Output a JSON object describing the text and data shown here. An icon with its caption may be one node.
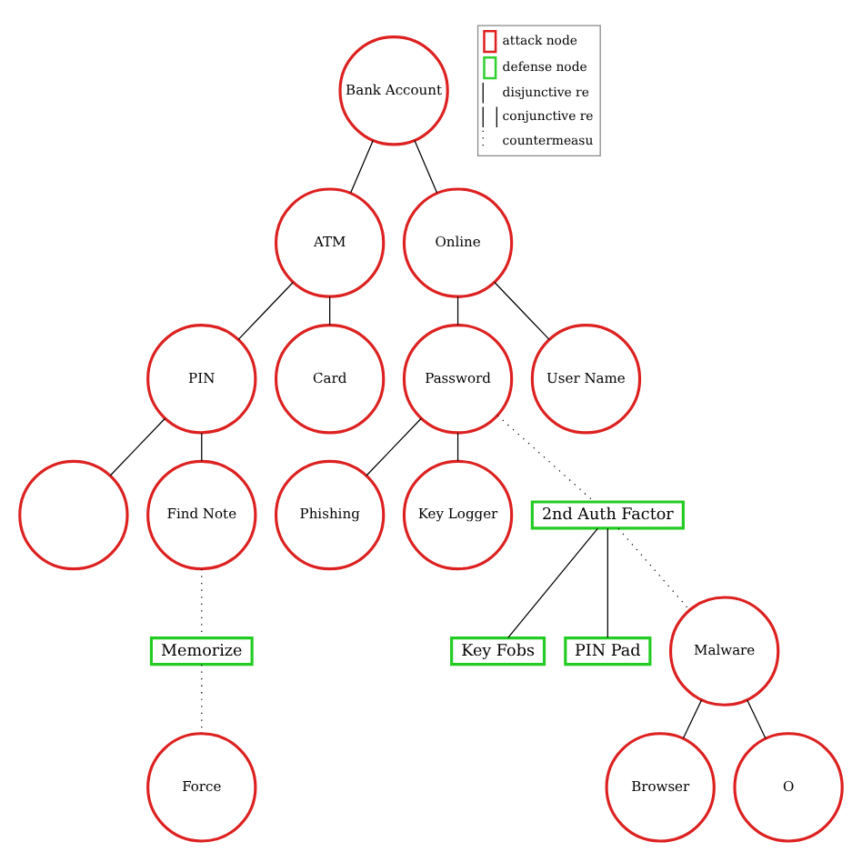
{
  "diagram": {
    "nodes": [
      {
        "text": [
          "Bank Account"
        ]
      },
      {
        "text": [
          "ATM"
        ]
      },
      {
        "text": [
          "Online"
        ]
      },
      {
        "text": [
          "PIN"
        ]
      },
      {
        "text": [
          "Card"
        ]
      },
      {
        "text": [
          "Password"
        ]
      },
      {
        "text": [
          "User Name"
        ]
      },
      {
        "text": [],
        "shape": "circle"
      },
      {
        "text": [
          "Find Note"
        ]
      },
      {
        "text": [
          "Phishing"
        ]
      },
      {
        "text": [
          "Key Logger"
        ]
      },
      {
        "text": [
          "2nd Auth Factor"
        ]
      },
      {
        "text": [
          "Memorize"
        ]
      },
      {
        "text": [
          "Force"
        ]
      },
      {
        "text": [
          "Key Fobs"
        ]
      },
      {
        "text": [
          "PIN Pad"
        ]
      },
      {
        "text": [
          "Malware"
        ]
      },
      {
        "text": [
          "Browser"
        ]
      },
      {
        "text": [
          "O"
        ]
      }
    ],
    "edges": [
      {
        "from": 0,
        "to": 1,
        "arrow": "none"
      },
      {
        "from": 0,
        "to": 2,
        "arrow": "none"
      },
      {
        "from": 1,
        "to": 3,
        "arrow": "none"
      },
      {
        "from": 1,
        "to": 4,
        "arrow": "none"
      },
      {
        "from": 2,
        "to": 5,
        "arrow": "none"
      },
      {
        "from": 2,
        "to": 6,
        "arrow": "none"
      },
      {
        "from": 3,
        "to": 7,
        "arrow": "none"
      },
      {
        "from": 3,
        "to": 8,
        "arrow": "none"
      },
      {
        "from": 5,
        "to": 9,
        "arrow": "none"
      },
      {
        "from": 5,
        "to": 10,
        "arrow": "none"
      },
      {
        "from": 5,
        "to": 11,
        "arrow": "none",
        "style": "dashed"
      },
      {
        "from": 8,
        "to": 12,
        "arrow": "none",
        "style": "dashed"
      },
      {
        "from": 12,
        "to": 13,
        "arrow": "none",
        "style": "dashed"
      },
      {
        "from": 11,
        "to": 14,
        "arrow": "none"
      },
      {
        "from": 11,
        "to": 15,
        "arrow": "none"
      },
      {
        "from": 11,
        "to": 16,
        "arrow": "none",
        "style": "dashed"
      },
      {
        "from": 16,
        "to": 17,
        "arrow": "none"
      },
      {
        "from": 16,
        "to": 18,
        "arrow": "none"
      }
    ],
    "legend": [
      {
        "text": "attack node"
      },
      {
        "text": "defense node"
      },
      {
        "text": "disjunctive re"
      },
      {
        "text": "conjunctive re"
      },
      {
        "text": "countermeasu"
      }
    ]
  }
}
